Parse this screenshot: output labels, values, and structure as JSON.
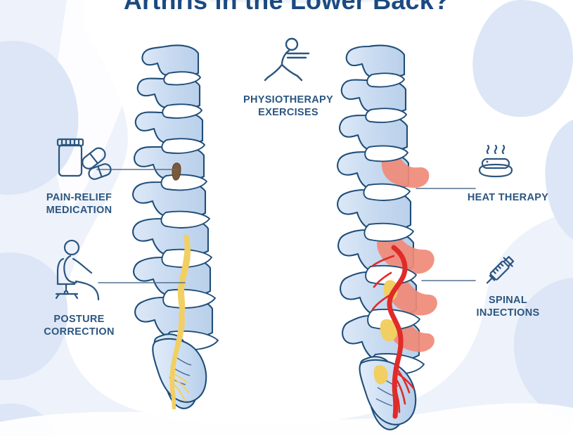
{
  "header": {
    "title": "Arthris in the Lower Back?",
    "title_color": "#1b4a80"
  },
  "theme": {
    "background": "#eef2fa",
    "blob_white": "#ffffff",
    "blob_blue": "#dde6f6",
    "vertebra_fill": "#ccdcf0",
    "vertebra_stroke": "#1f4e79",
    "disc_fill": "#ffffff",
    "nerve_yellow": "#f2cf62",
    "nerve_red": "#e02b28",
    "inflammation": "#f08a78",
    "label_color": "#2b5680",
    "leader_line": "#53708f",
    "icon_stroke": "#2b5680"
  },
  "callouts": [
    {
      "id": "pain-relief-medication",
      "label_line1": "PAIN-RELIEF",
      "label_line2": "MEDICATION",
      "icon": "pill-bottle-icon",
      "side": "left"
    },
    {
      "id": "posture-correction",
      "label_line1": "POSTURE",
      "label_line2": "CORRECTION",
      "icon": "sitting-person-chair-icon",
      "side": "left"
    },
    {
      "id": "physiotherapy-exercises",
      "label_line1": "PHYSIOTHERAPY",
      "label_line2": "EXERCISES",
      "icon": "stretching-person-icon",
      "side": "top"
    },
    {
      "id": "heat-therapy",
      "label_line1": "HEAT THERAPY",
      "label_line2": "",
      "icon": "steaming-heat-pad-icon",
      "side": "right"
    },
    {
      "id": "spinal-injections",
      "label_line1": "SPINAL",
      "label_line2": "INJECTIONS",
      "icon": "syringe-icon",
      "side": "right"
    }
  ],
  "illustration": {
    "left_spine": {
      "name": "healthy-lumbar-spine",
      "nerve_color": "yellow",
      "description": "Lumbar spine side view with yellow spinal nerve and sacrum"
    },
    "right_spine": {
      "name": "arthritic-lumbar-spine",
      "nerve_color": "red",
      "description": "Lumbar spine side view with red inflamed nerve, salmon inflammation patches and sacrum"
    }
  }
}
